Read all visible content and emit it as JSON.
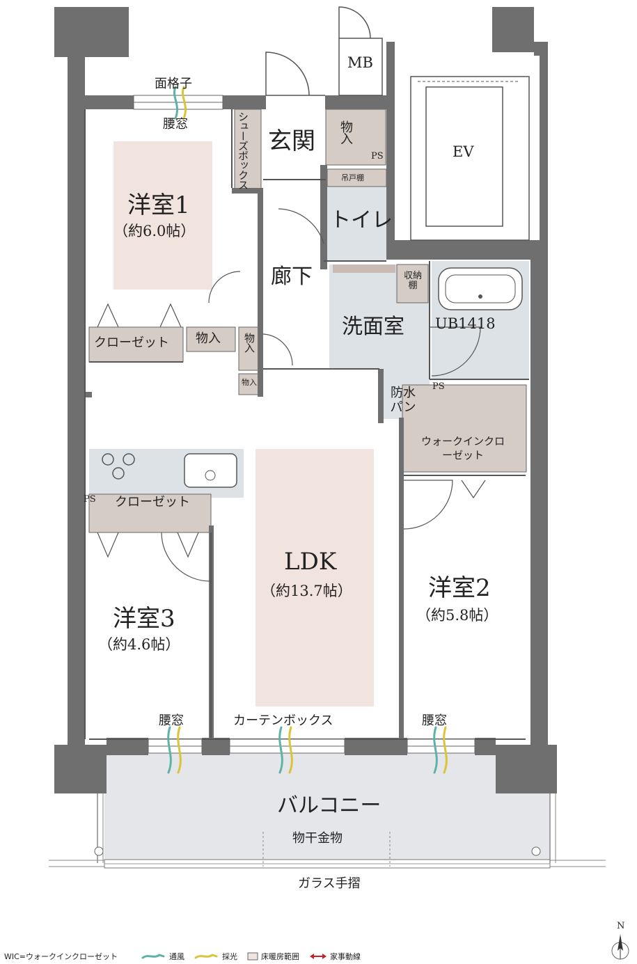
{
  "rooms": {
    "western1": {
      "name": "洋室1",
      "area": "（約6.0帖）"
    },
    "western2": {
      "name": "洋室2",
      "area": "（約5.8帖）"
    },
    "western3": {
      "name": "洋室3",
      "area": "（約4.6帖）"
    },
    "ldk": {
      "name": "LDK",
      "area": "（約13.7帖）"
    },
    "entrance": "玄関",
    "toilet": "トイレ",
    "washroom": "洗面室",
    "corridor": "廊下",
    "bath": "UB1418",
    "elevator": "EV",
    "meter_box": "MB",
    "balcony": "バルコニー"
  },
  "storage": {
    "shoe_box": "シューズボックス",
    "entrance_storage": "物入",
    "hanging_cabinet": "吊戸棚",
    "wash_shelf": "収納棚",
    "closet_room1": "クローゼット",
    "storage_room1": "物入",
    "storage_corridor": "物入",
    "storage_small": "物入",
    "closet_room3": "クローゼット",
    "walk_in_closet": "ウォークインクローゼット",
    "waterproof_pan": "防水パン"
  },
  "labels": {
    "ps_entrance": "PS",
    "ps_wash": "PS",
    "ps_kitchen": "PS",
    "face_lattice": "面格子",
    "waist_window_top": "腰窓",
    "waist_window_left": "腰窓",
    "waist_window_right": "腰窓",
    "curtain_box": "カーテンボックス",
    "laundry_hardware": "物干金物",
    "glass_railing": "ガラス手摺"
  },
  "legend": {
    "wic": "WIC=ウォークインクローゼット",
    "ventilation": "通風",
    "daylight": "採光",
    "floor_heating": "床暖房範囲",
    "housework_route": "家事動線"
  },
  "compass": "N",
  "colors": {
    "wall": "#6f6f6f",
    "floor_heating": "#f1e4df",
    "storage": "#d6ccc6",
    "wet_area": "#dde2e6",
    "balcony": "#e5e6ea",
    "ventilation": "#5fb3a6",
    "daylight": "#d9c43a",
    "housework_route": "#c0232b"
  }
}
